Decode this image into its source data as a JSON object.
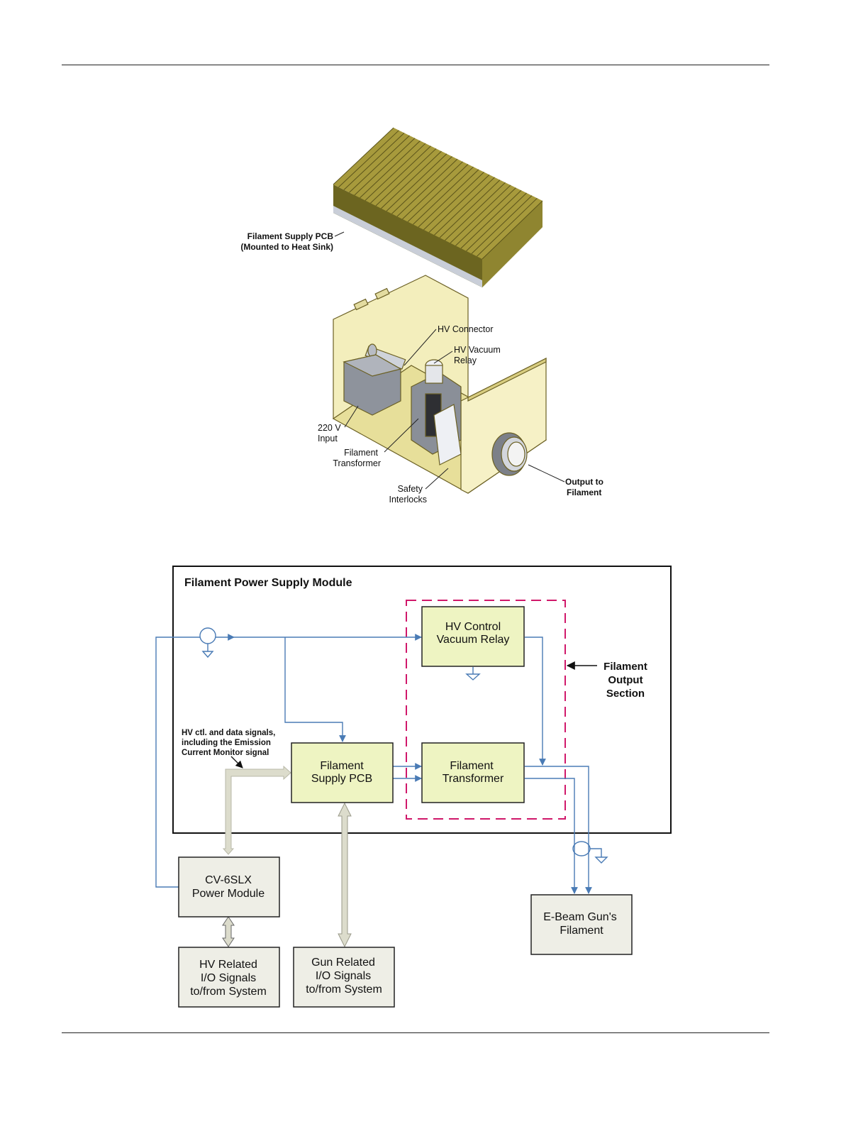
{
  "illustration": {
    "labels": {
      "pcb_line1": "Filament Supply PCB",
      "pcb_line2": "(Mounted to Heat Sink)",
      "hv_connector": "HV Connector",
      "vac_relay_line1": "HV Vacuum",
      "vac_relay_line2": "Relay",
      "input_line1": "220 V",
      "input_line2": "Input",
      "transformer_line1": "Filament",
      "transformer_line2": "Transformer",
      "interlocks_line1": "Safety",
      "interlocks_line2": "Interlocks",
      "output_line1": "Output to",
      "output_line2": "Filament"
    }
  },
  "block_diagram": {
    "module_title": "Filament Power Supply Module",
    "section_label": [
      "Filament",
      "Output",
      "Section"
    ],
    "signal_note": [
      "HV ctl. and data signals,",
      "including the Emission",
      "Current Monitor signal"
    ],
    "boxes": {
      "hv_relay": [
        "HV Control",
        "Vacuum Relay"
      ],
      "supply_pcb": [
        "Filament",
        "Supply PCB"
      ],
      "transformer": [
        "Filament",
        "Transformer"
      ],
      "power_module": [
        "CV-6SLX",
        "Power Module"
      ],
      "hv_io": [
        "HV Related",
        "I/O Signals",
        "to/from System"
      ],
      "gun_io": [
        "Gun Related",
        "I/O Signals",
        "to/from System"
      ],
      "ebeam": [
        "E-Beam Gun's",
        "Filament"
      ]
    },
    "colors": {
      "box_fill": "#eef4c2",
      "gray_box_fill": "#eeeee6",
      "signal_line": "#4a7bb5",
      "dashed_section": "#d0186a",
      "bus_arrow": "#dcdccc"
    }
  }
}
